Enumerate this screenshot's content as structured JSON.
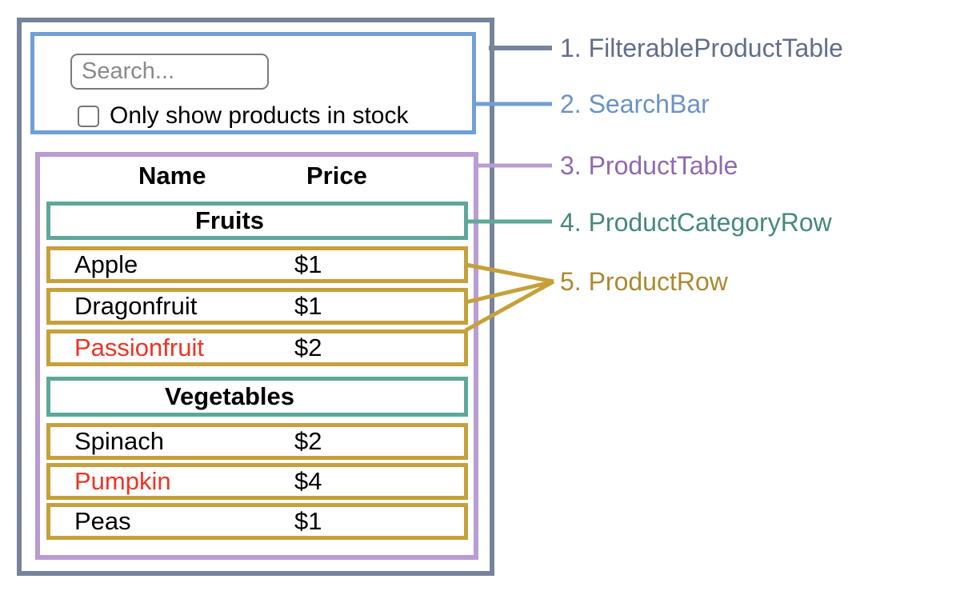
{
  "search_bar": {
    "placeholder": "Search...",
    "checkbox_label": "Only show products in stock",
    "checkbox_checked": false
  },
  "table": {
    "name_header": "Name",
    "price_header": "Price",
    "sections": [
      {
        "category": "Fruits",
        "rows": [
          {
            "name": "Apple",
            "price": "$1",
            "in_stock": true
          },
          {
            "name": "Dragonfruit",
            "price": "$1",
            "in_stock": true
          },
          {
            "name": "Passionfruit",
            "price": "$2",
            "in_stock": false
          }
        ]
      },
      {
        "category": "Vegetables",
        "rows": [
          {
            "name": "Spinach",
            "price": "$2",
            "in_stock": true
          },
          {
            "name": "Pumpkin",
            "price": "$4",
            "in_stock": false
          },
          {
            "name": "Peas",
            "price": "$1",
            "in_stock": true
          }
        ]
      }
    ]
  },
  "legend": {
    "items": [
      {
        "label": "1. FilterableProductTable",
        "color": "#606f8a"
      },
      {
        "label": "2. SearchBar",
        "color": "#6b93c4"
      },
      {
        "label": "3. ProductTable",
        "color": "#9169ae"
      },
      {
        "label": "4. ProductCategoryRow",
        "color": "#47897b"
      },
      {
        "label": "5. ProductRow",
        "color": "#ab8a30"
      }
    ]
  },
  "colors": {
    "filterable_product_table_border": "#77839c",
    "search_bar_border": "#6f9fd8",
    "product_table_border": "#b99cd1",
    "product_category_row_border": "#5fa798",
    "product_row_border": "#c6a03a",
    "out_of_stock_text": "#ee3424",
    "table_text": "#000000",
    "placeholder_text": "#8a8a8a"
  }
}
